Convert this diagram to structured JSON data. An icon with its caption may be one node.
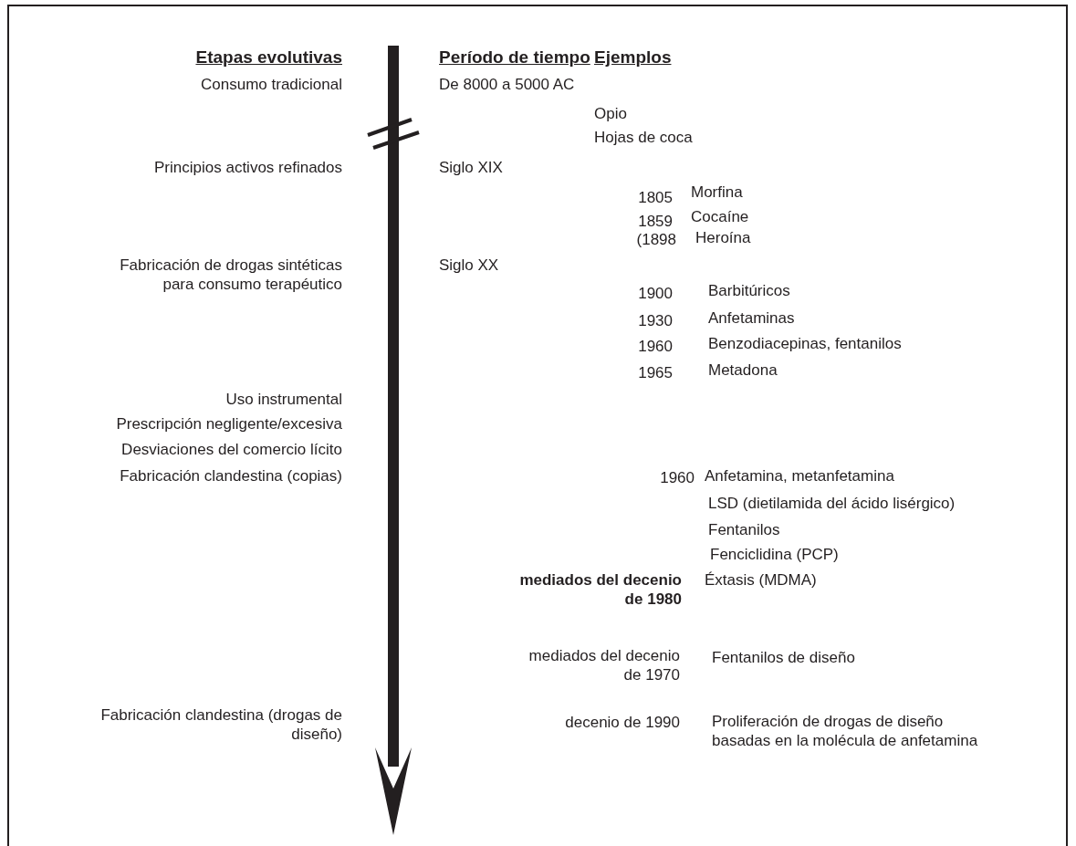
{
  "diagram": {
    "labels": [
      "Etapas evolutivas",
      "Período de tiempo",
      "Ejemplos",
      "Consumo tradicional",
      "De 8000 a 5000 AC",
      "Opio",
      "Hojas de coca",
      "Principios activos refinados",
      "Siglo XIX",
      "1805",
      "Morfina",
      "1859",
      "Cocaíne",
      "(1898",
      "Heroína",
      "Fabricación de drogas sintéticas para consumo terapéutico",
      "Siglo XX",
      "1900",
      "Barbitúricos",
      "1930",
      "Anfetaminas",
      "1960",
      "Benzodiacepinas, fentanilos",
      "1965",
      "Metadona",
      "Uso instrumental",
      "Prescripción negligente/excesiva",
      "Desviaciones del comercio lícito",
      "Fabricación clandestina (copias)",
      "1960",
      "Anfetamina, metanfetamina",
      "LSD (dietilamida del ácido lisérgico)",
      "Fentanilos",
      "Fenciclidina (PCP)",
      "mediados del decenio de 1980",
      "Éxtasis  (MDMA)",
      "mediados del decenio de 1970",
      "Fentanilos de diseño",
      "Fabricación clandestina (drogas de diseño)",
      "decenio de 1990",
      "Proliferación de drogas de diseño basadas en la molécula de anfetamina"
    ]
  }
}
